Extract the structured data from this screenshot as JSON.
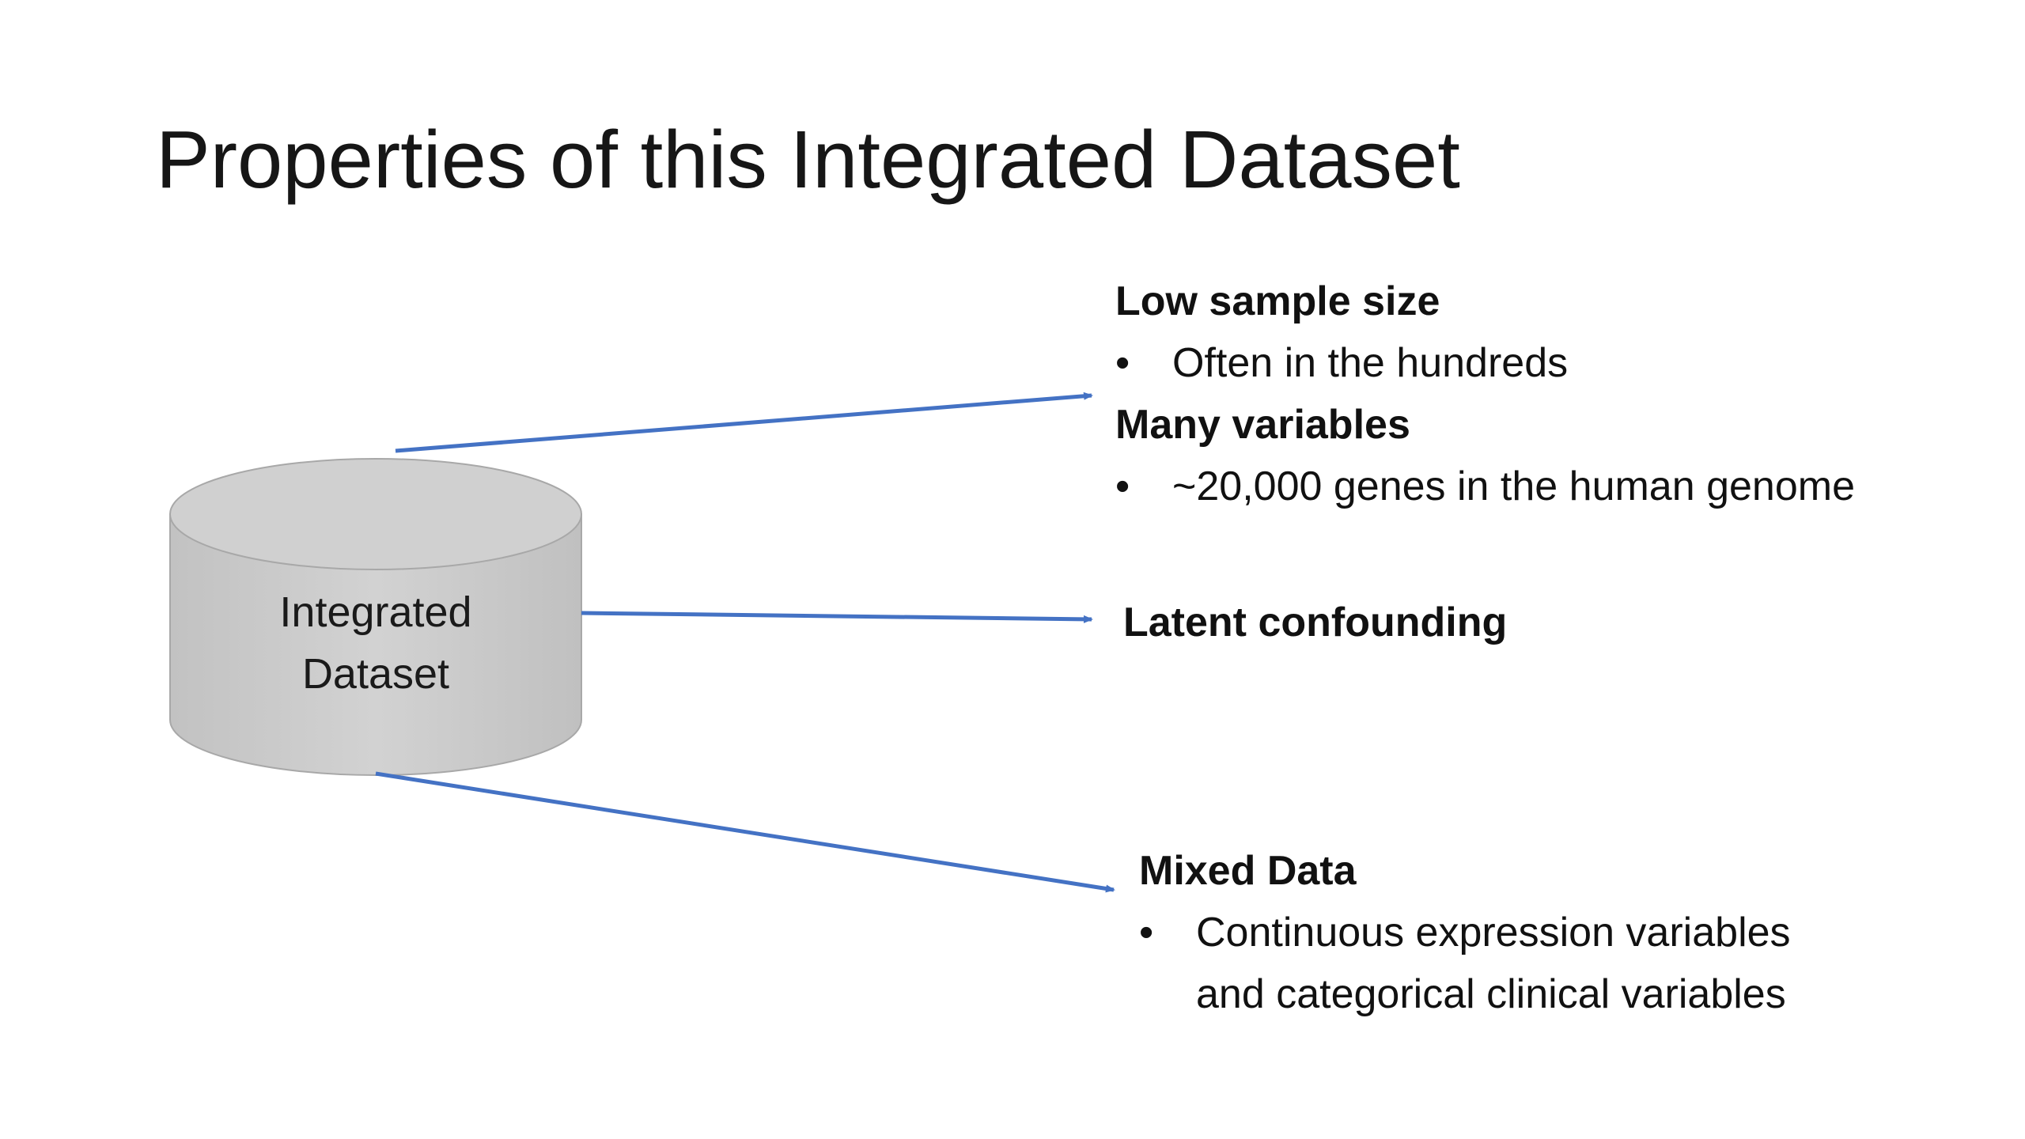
{
  "slide": {
    "title": "Properties of this Integrated Dataset"
  },
  "diagram": {
    "node_label_line1": "Integrated",
    "node_label_line2": "Dataset",
    "colors": {
      "arrow": "#4472c4",
      "cylinder_fill": "#c9c9c9",
      "cylinder_stroke": "#a6a6a6"
    },
    "properties": [
      {
        "heading": "Low sample size",
        "bullets": [
          "Often in the hundreds"
        ]
      },
      {
        "heading": "Many variables",
        "bullets": [
          "~20,000 genes in the human genome"
        ]
      },
      {
        "heading": "Latent confounding",
        "bullets": []
      },
      {
        "heading": "Mixed Data",
        "bullet_line1": "Continuous expression variables",
        "bullet_line2": "and categorical clinical variables"
      }
    ],
    "bullet_char": "•"
  }
}
